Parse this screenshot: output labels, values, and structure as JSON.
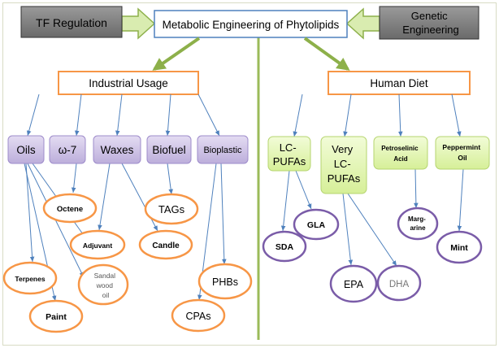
{
  "nodes": {
    "tf_regulation": "TF Regulation",
    "metabolic_engineering": "Metabolic Engineering of Phytolipids",
    "genetic_engineering": [
      "Genetic",
      "Engineering"
    ],
    "industrial_usage": "Industrial Usage",
    "human_diet": "Human Diet",
    "oils": "Oils",
    "omega7": "ω-7",
    "waxes": "Waxes",
    "biofuel": "Biofuel",
    "bioplastic": "Bioplastic",
    "lc_pufas": [
      "LC-",
      "PUFAs"
    ],
    "very_lc_pufas": [
      "Very",
      "LC-",
      "PUFAs"
    ],
    "petroselinic_acid": [
      "Petroselinic",
      "Acid"
    ],
    "peppermint_oil": [
      "Peppermint",
      "Oil"
    ],
    "octene": "Octene",
    "tags": "TAGs",
    "adjuvant": "Adjuvant",
    "candle": "Candle",
    "terpenes": "Terpenes",
    "sandalwood_oil": [
      "Sandal",
      "wood",
      "oil"
    ],
    "paint": "Paint",
    "phbs": "PHBs",
    "cpas": "CPAs",
    "gla": "GLA",
    "sda": "SDA",
    "margarine": [
      "Marg-",
      "arine"
    ],
    "mint": "Mint",
    "epa": "EPA",
    "dha": "DHA"
  },
  "colors": {
    "gray_box": "#767676",
    "green_arrow": "#9bbb59",
    "orange": "#f79646",
    "purple_box": "#ccc0e4",
    "green_box": "#e6f7b8",
    "violet": "#7a5ca8",
    "blue_line": "#4f81bd",
    "divider": "#9bbb59"
  }
}
